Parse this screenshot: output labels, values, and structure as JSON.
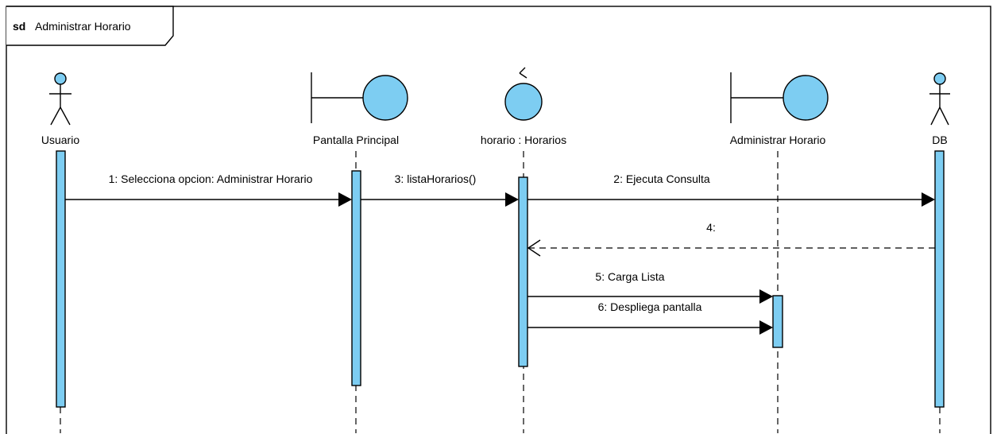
{
  "diagram": {
    "keyword": "sd",
    "title": "Administrar Horario",
    "fill_color": "#7dcdf2",
    "lifelines": [
      {
        "id": "usuario",
        "kind": "actor",
        "label": "Usuario"
      },
      {
        "id": "pantalla",
        "kind": "boundary",
        "label": "Pantalla Principal"
      },
      {
        "id": "horario",
        "kind": "control",
        "label": "horario : Horarios"
      },
      {
        "id": "admin",
        "kind": "boundary",
        "label": "Administrar Horario"
      },
      {
        "id": "db",
        "kind": "actor",
        "label": "DB"
      }
    ],
    "messages": [
      {
        "id": "m1",
        "label": "1: Selecciona opcion: Administrar  Horario",
        "from": "Usuario",
        "to": "Pantalla Principal",
        "style": "sync"
      },
      {
        "id": "m3",
        "label": "3: listaHorarios()",
        "from": "Pantalla Principal",
        "to": "horario : Horarios",
        "style": "sync"
      },
      {
        "id": "m2",
        "label": "2: Ejecuta Consulta",
        "from": "horario : Horarios",
        "to": "DB",
        "style": "sync"
      },
      {
        "id": "m4",
        "label": "4:",
        "from": "DB",
        "to": "horario : Horarios",
        "style": "return"
      },
      {
        "id": "m5",
        "label": "5: Carga Lista",
        "from": "horario : Horarios",
        "to": "Administrar Horario",
        "style": "sync"
      },
      {
        "id": "m6",
        "label": "6: Despliega pantalla",
        "from": "horario : Horarios",
        "to": "Administrar Horario",
        "style": "sync"
      }
    ]
  }
}
